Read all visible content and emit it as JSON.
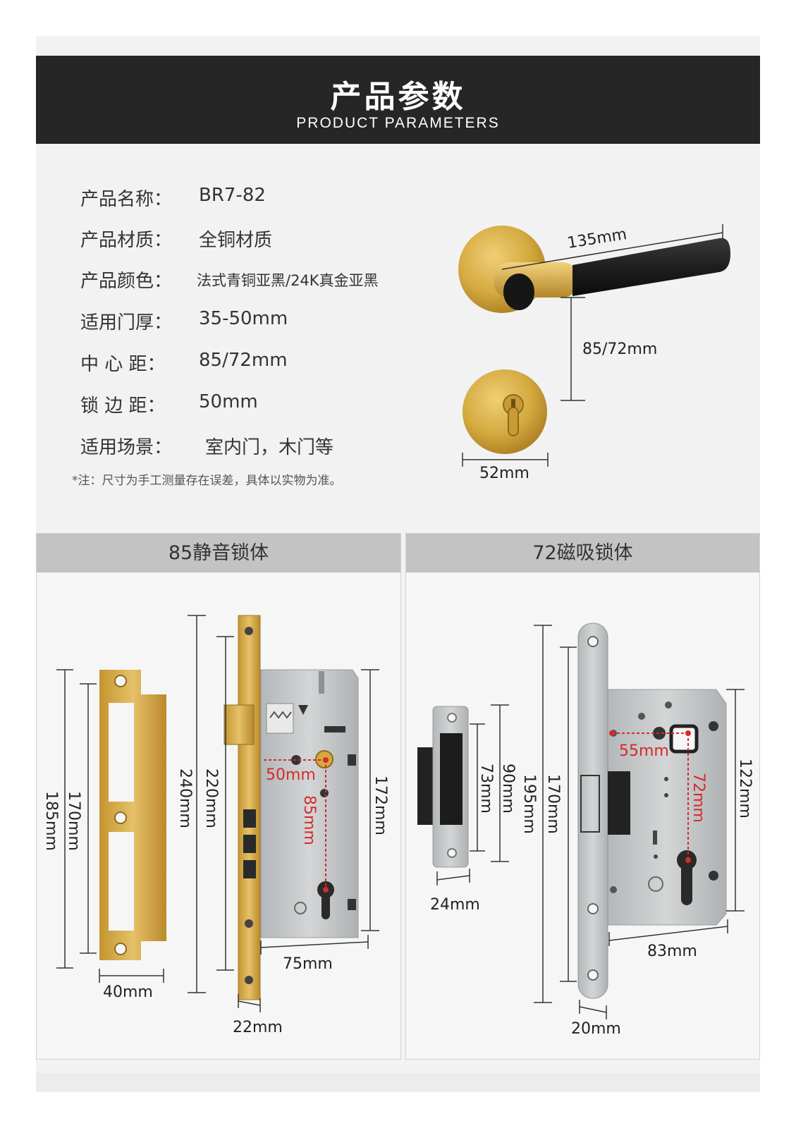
{
  "header": {
    "title": "产品参数",
    "subtitle": "PRODUCT PARAMETERS"
  },
  "specs": [
    {
      "label": "产品名称：",
      "value": "BR7-82"
    },
    {
      "label": "产品材质：",
      "value": "全铜材质"
    },
    {
      "label": "产品颜色：",
      "value": "法式青铜亚黑/24K真金亚黑"
    },
    {
      "label": "适用门厚：",
      "value": "35-50mm"
    },
    {
      "label": "中 心 距：",
      "value": "85/72mm"
    },
    {
      "label": "锁 边 距：",
      "value": "50mm"
    },
    {
      "label": "适用场景：",
      "value": "室内门，木门等"
    }
  ],
  "note": "*注：尺寸为手工测量存在误差，具体以实物为准。",
  "handle": {
    "length": "135mm",
    "center": "85/72mm",
    "rose": "52mm"
  },
  "lock_silent": {
    "title": "85静音锁体",
    "dims": {
      "strike_height": "185mm",
      "strike_hole": "170mm",
      "strike_width": "40mm",
      "face_length": "240mm",
      "face_hole": "220mm",
      "face_width": "22mm",
      "case_height": "172mm",
      "case_width": "75mm",
      "backset": "50mm",
      "center": "85mm"
    }
  },
  "lock_magnetic": {
    "title": "72磁吸锁体",
    "dims": {
      "strike_width": "24mm",
      "strike_inner": "73mm",
      "strike_outer": "90mm",
      "face_length": "195mm",
      "face_hole": "170mm",
      "face_width": "20mm",
      "case_height": "122mm",
      "case_width": "83mm",
      "backset": "55mm",
      "center": "72mm"
    }
  },
  "colors": {
    "header": "#262626",
    "brass": "#d4a93f",
    "black": "#1e1e1e",
    "steel": "#bfc2c4",
    "dimension_red": "#d62a2a"
  }
}
